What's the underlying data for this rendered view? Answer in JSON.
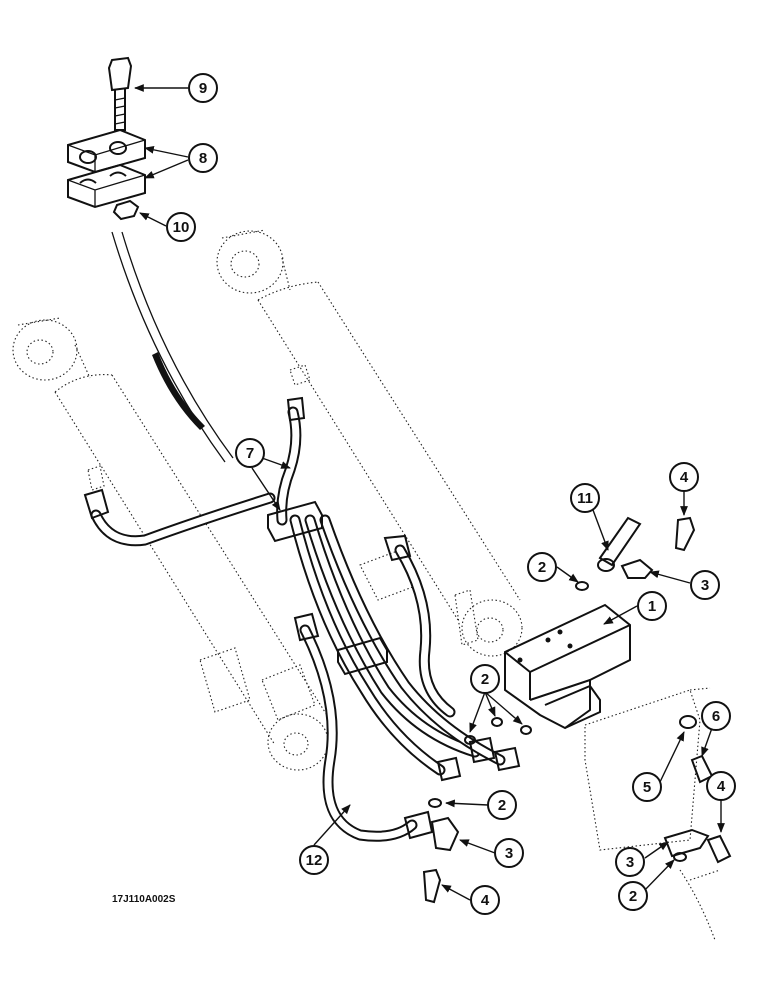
{
  "drawing_reference": "17J110A002S",
  "callouts": {
    "c1": "1",
    "c2": "2",
    "c3": "3",
    "c4": "4",
    "c5": "5",
    "c6": "6",
    "c7": "7",
    "c8": "8",
    "c9": "9",
    "c10": "10",
    "c11": "11",
    "c12": "12"
  }
}
